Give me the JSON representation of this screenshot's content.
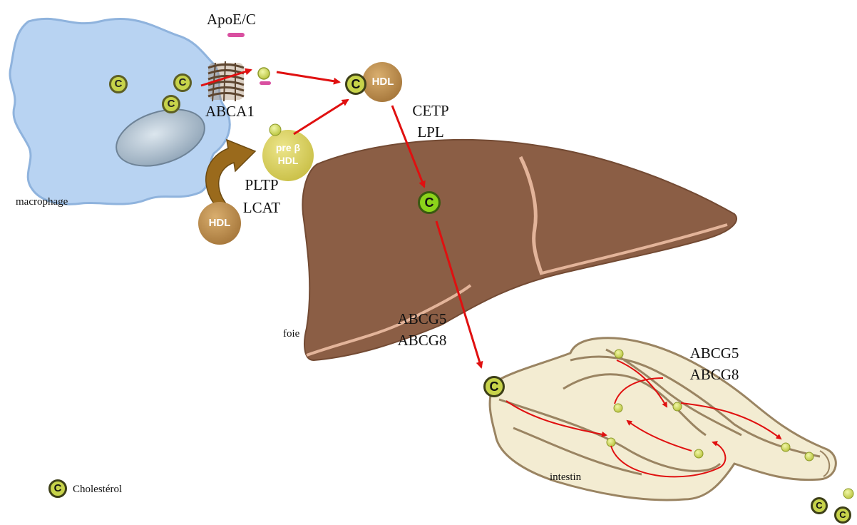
{
  "labels": {
    "apoe": "ApoE/C",
    "abca1": "ABCA1",
    "cetp": "CETP",
    "lpl": "LPL",
    "pltp": "PLTP",
    "lcat": "LCAT",
    "macrophage": "macrophage",
    "foie": "foie",
    "abcg5_liver": "ABCG5",
    "abcg8_liver": "ABCG8",
    "abcg5_intestine": "ABCG5",
    "abcg8_intestine": "ABCG8",
    "intestin": "intestin",
    "legend": "Cholestérol"
  },
  "particles": {
    "hdl": "HDL",
    "hdl_small": "HDL",
    "pre_beta_line1": "pre β",
    "pre_beta_line2": "HDL",
    "cholesterol_symbol": "C"
  },
  "colors": {
    "macrophage_fill": "#b8d3f2",
    "macrophage_edge": "#8fb3dd",
    "nucleus": "#9db1c4",
    "liver": "#8b5e45",
    "liver_vein": "#e3b49a",
    "hdl": "#b88a4a",
    "pre_beta_hdl": "#dcd46a",
    "cholesterol": "#c7d34a",
    "cholesterol_bright": "#8bd41a",
    "arrow": "#e01010",
    "intestine_fill": "#f3ecd2",
    "intestine_edge": "#9a8462",
    "apoe": "#d94fa0"
  },
  "icons": {
    "cholesterol": "circle-C-icon",
    "transporter": "abca1-transporter-icon",
    "curved_arrow": "curved-arrow-icon"
  }
}
